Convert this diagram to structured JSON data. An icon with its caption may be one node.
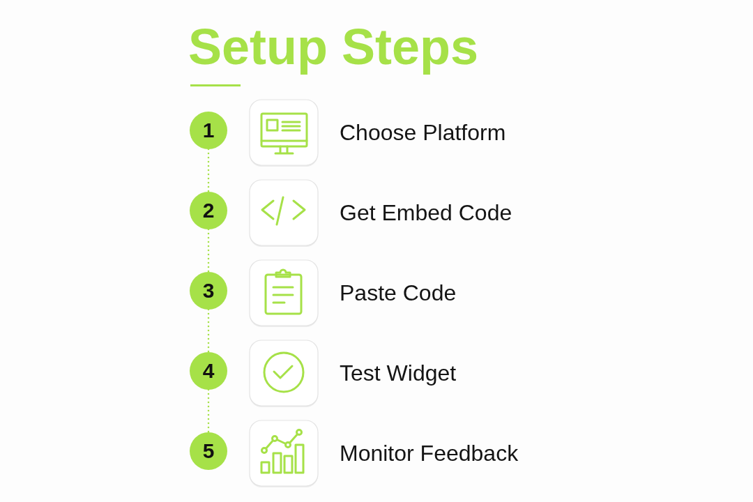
{
  "diagram": {
    "title": "Setup Steps",
    "nodes": [
      {
        "text": [
          "1"
        ]
      },
      {
        "text": [
          "2"
        ]
      },
      {
        "text": [
          "3"
        ]
      },
      {
        "text": [
          "4"
        ]
      },
      {
        "text": [
          "5"
        ]
      }
    ],
    "edges": [
      {
        "from": 0,
        "to": 1,
        "arrow": "none",
        "style": "dashed"
      },
      {
        "from": 1,
        "to": 2,
        "arrow": "none",
        "style": "dashed"
      },
      {
        "from": 2,
        "to": 3,
        "arrow": "none",
        "style": "dashed"
      },
      {
        "from": 3,
        "to": 4,
        "arrow": "none",
        "style": "dashed"
      }
    ],
    "labels": [
      "Choose Platform",
      "Get Embed Code",
      "Paste Code",
      "Test Widget",
      "Monitor Feedback"
    ]
  }
}
